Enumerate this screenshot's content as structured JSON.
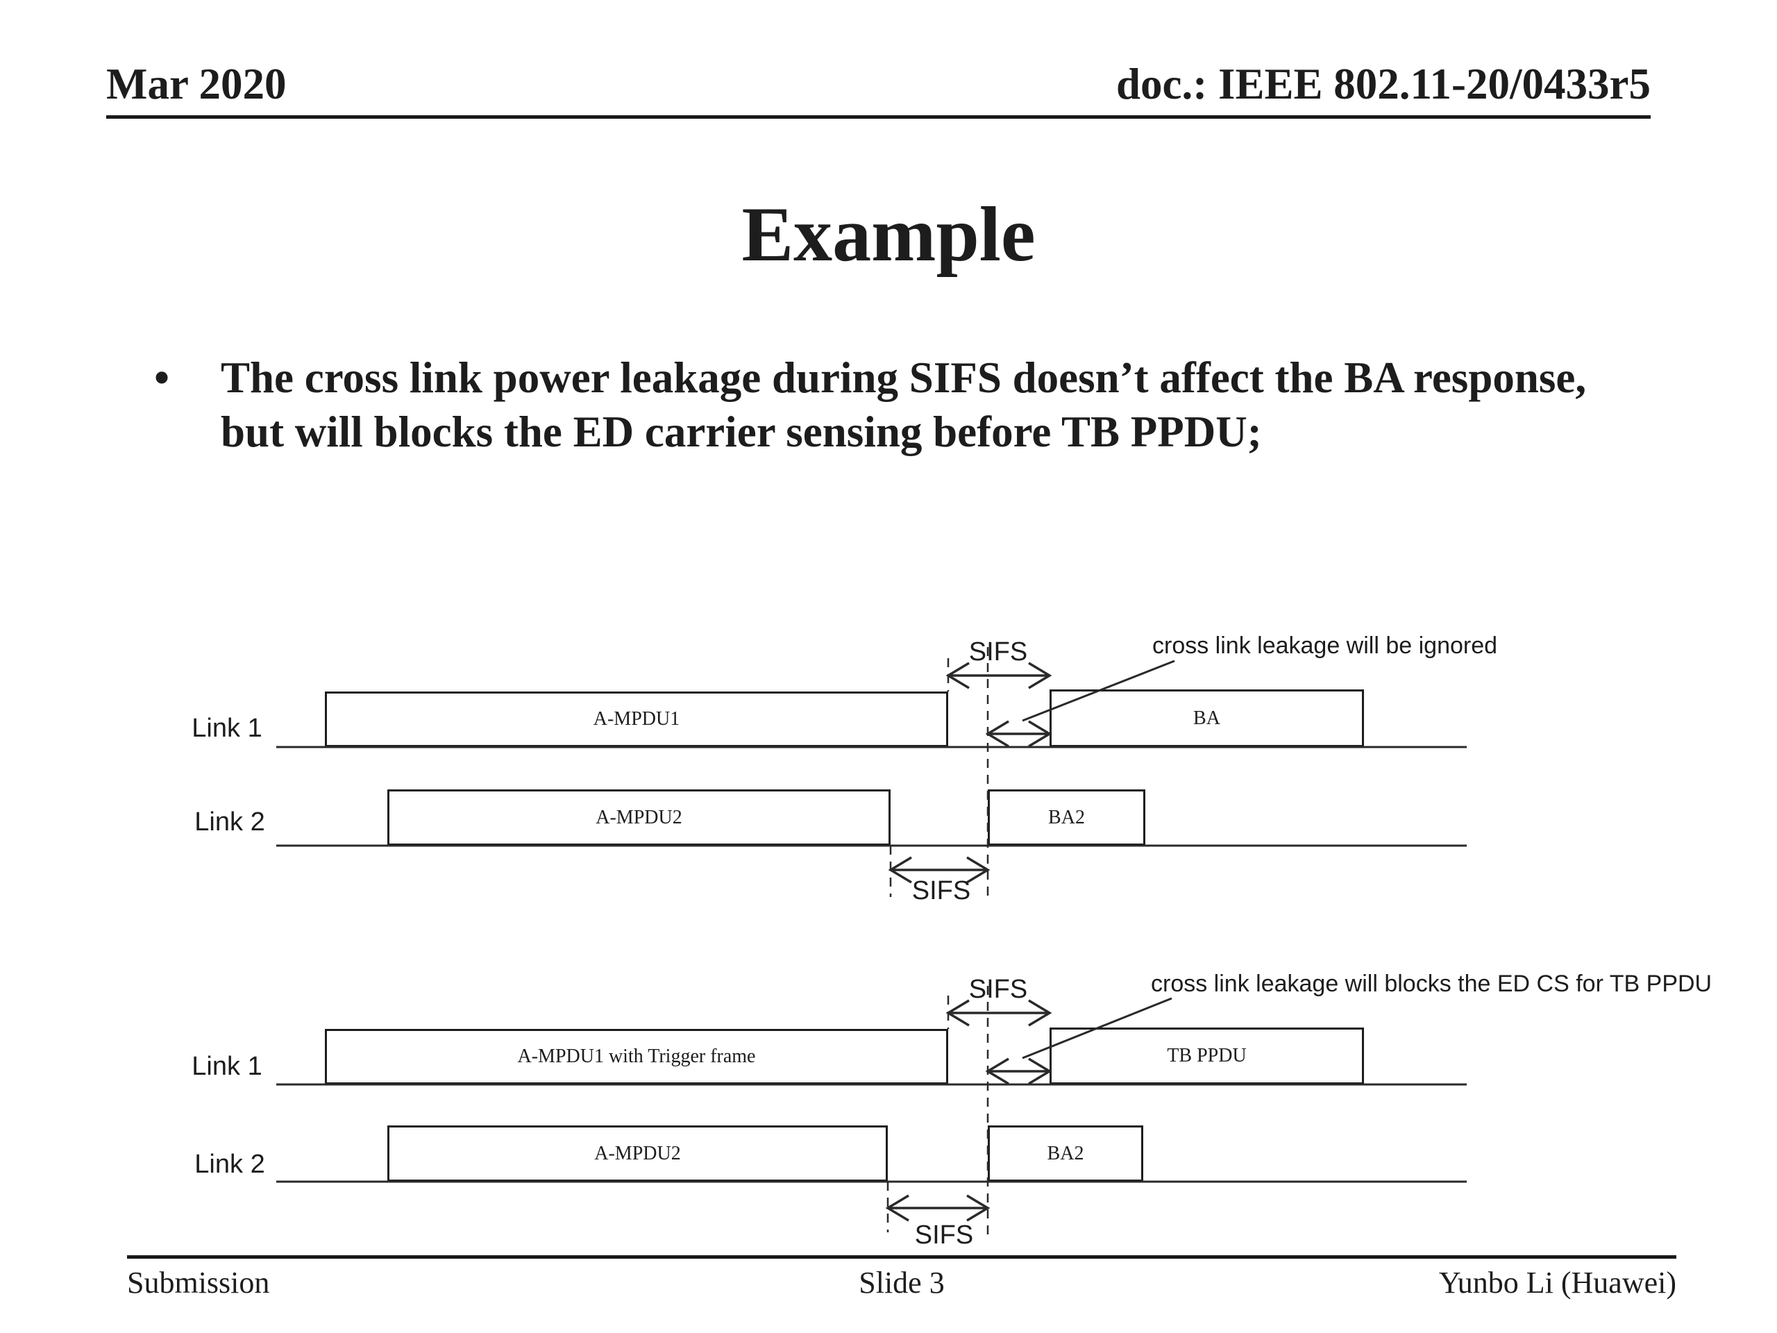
{
  "header": {
    "date": "Mar 2020",
    "doc": "doc.: IEEE 802.11-20/0433r5"
  },
  "title": "Example",
  "bullet": {
    "marker": "•",
    "text": "The cross link power leakage during SIFS doesn’t affect the BA response, but will blocks the ED carrier sensing before TB PPDU;"
  },
  "diagram1": {
    "link1_label": "Link 1",
    "link2_label": "Link 2",
    "box_ampdu1": "A-MPDU1",
    "box_ba": "BA",
    "box_ampdu2": "A-MPDU2",
    "box_ba2": "BA2",
    "sifs_top": "SIFS",
    "sifs_bottom": "SIFS",
    "annotation": "cross link leakage will be ignored"
  },
  "diagram2": {
    "link1_label": "Link 1",
    "link2_label": "Link 2",
    "box_ampdu1": "A-MPDU1 with Trigger frame",
    "box_tbppdu": "TB PPDU",
    "box_ampdu2": "A-MPDU2",
    "box_ba2": "BA2",
    "sifs_top": "SIFS",
    "sifs_bottom": "SIFS",
    "annotation": "cross link leakage will blocks the ED CS for TB PPDU"
  },
  "footer": {
    "left": "Submission",
    "center": "Slide 3",
    "right": "Yunbo Li (Huawei)"
  }
}
